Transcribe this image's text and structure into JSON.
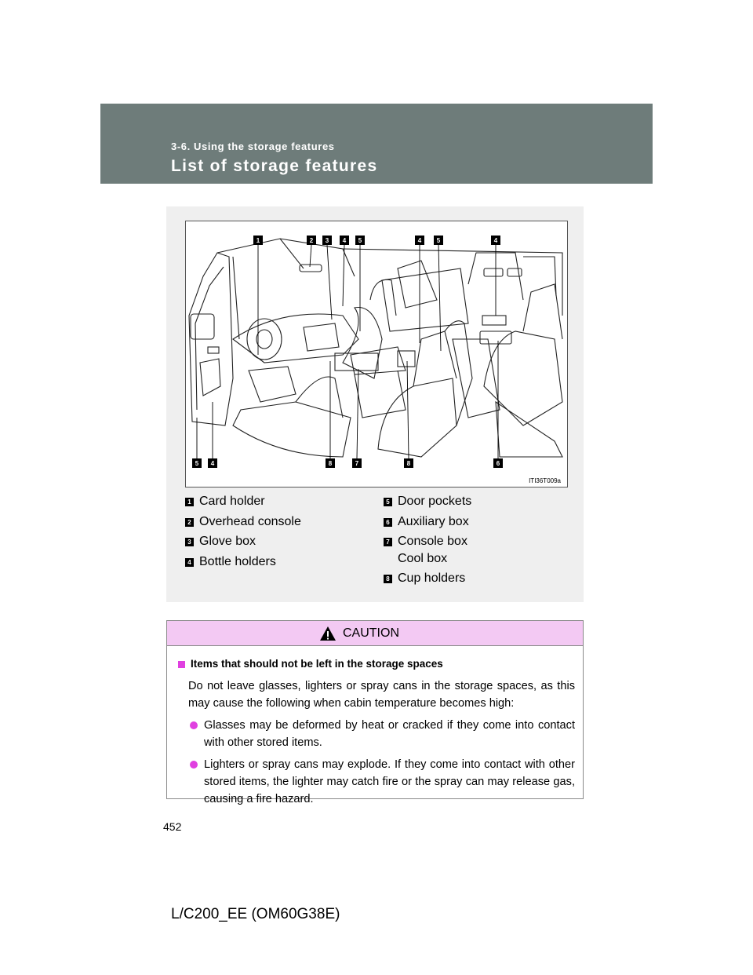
{
  "header": {
    "section": "3-6. Using the storage features",
    "title": "List of storage features"
  },
  "figure": {
    "image_code": "ITI36T009a",
    "callouts_top": [
      "1",
      "2",
      "3",
      "4",
      "5",
      "4",
      "5",
      "4"
    ],
    "callouts_bottom": [
      "5",
      "4",
      "8",
      "7",
      "8",
      "6"
    ],
    "legend_left": [
      {
        "num": "1",
        "label": "Card holder"
      },
      {
        "num": "2",
        "label": "Overhead console"
      },
      {
        "num": "3",
        "label": "Glove box"
      },
      {
        "num": "4",
        "label": "Bottle holders"
      }
    ],
    "legend_right": [
      {
        "num": "5",
        "label": "Door pockets"
      },
      {
        "num": "6",
        "label": "Auxiliary box"
      },
      {
        "num": "7",
        "label": "Console box",
        "label2": "Cool box"
      },
      {
        "num": "8",
        "label": "Cup holders"
      }
    ]
  },
  "caution": {
    "title": "CAUTION",
    "heading": "Items that should not be left in the storage spaces",
    "paragraph": "Do not leave glasses, lighters or spray cans in the storage spaces, as this may cause the following when cabin temperature becomes high:",
    "bullets": [
      "Glasses may be deformed by heat or cracked if they come into contact with other stored items.",
      "Lighters or spray cans may explode. If they come into contact with other stored items, the lighter may catch fire or the spray can may release gas, causing a fire hazard."
    ],
    "accent_color": "#e040e0",
    "header_color": "#f3c9f3"
  },
  "footer": {
    "page_number": "452",
    "code": "L/C200_EE (OM60G38E)"
  }
}
